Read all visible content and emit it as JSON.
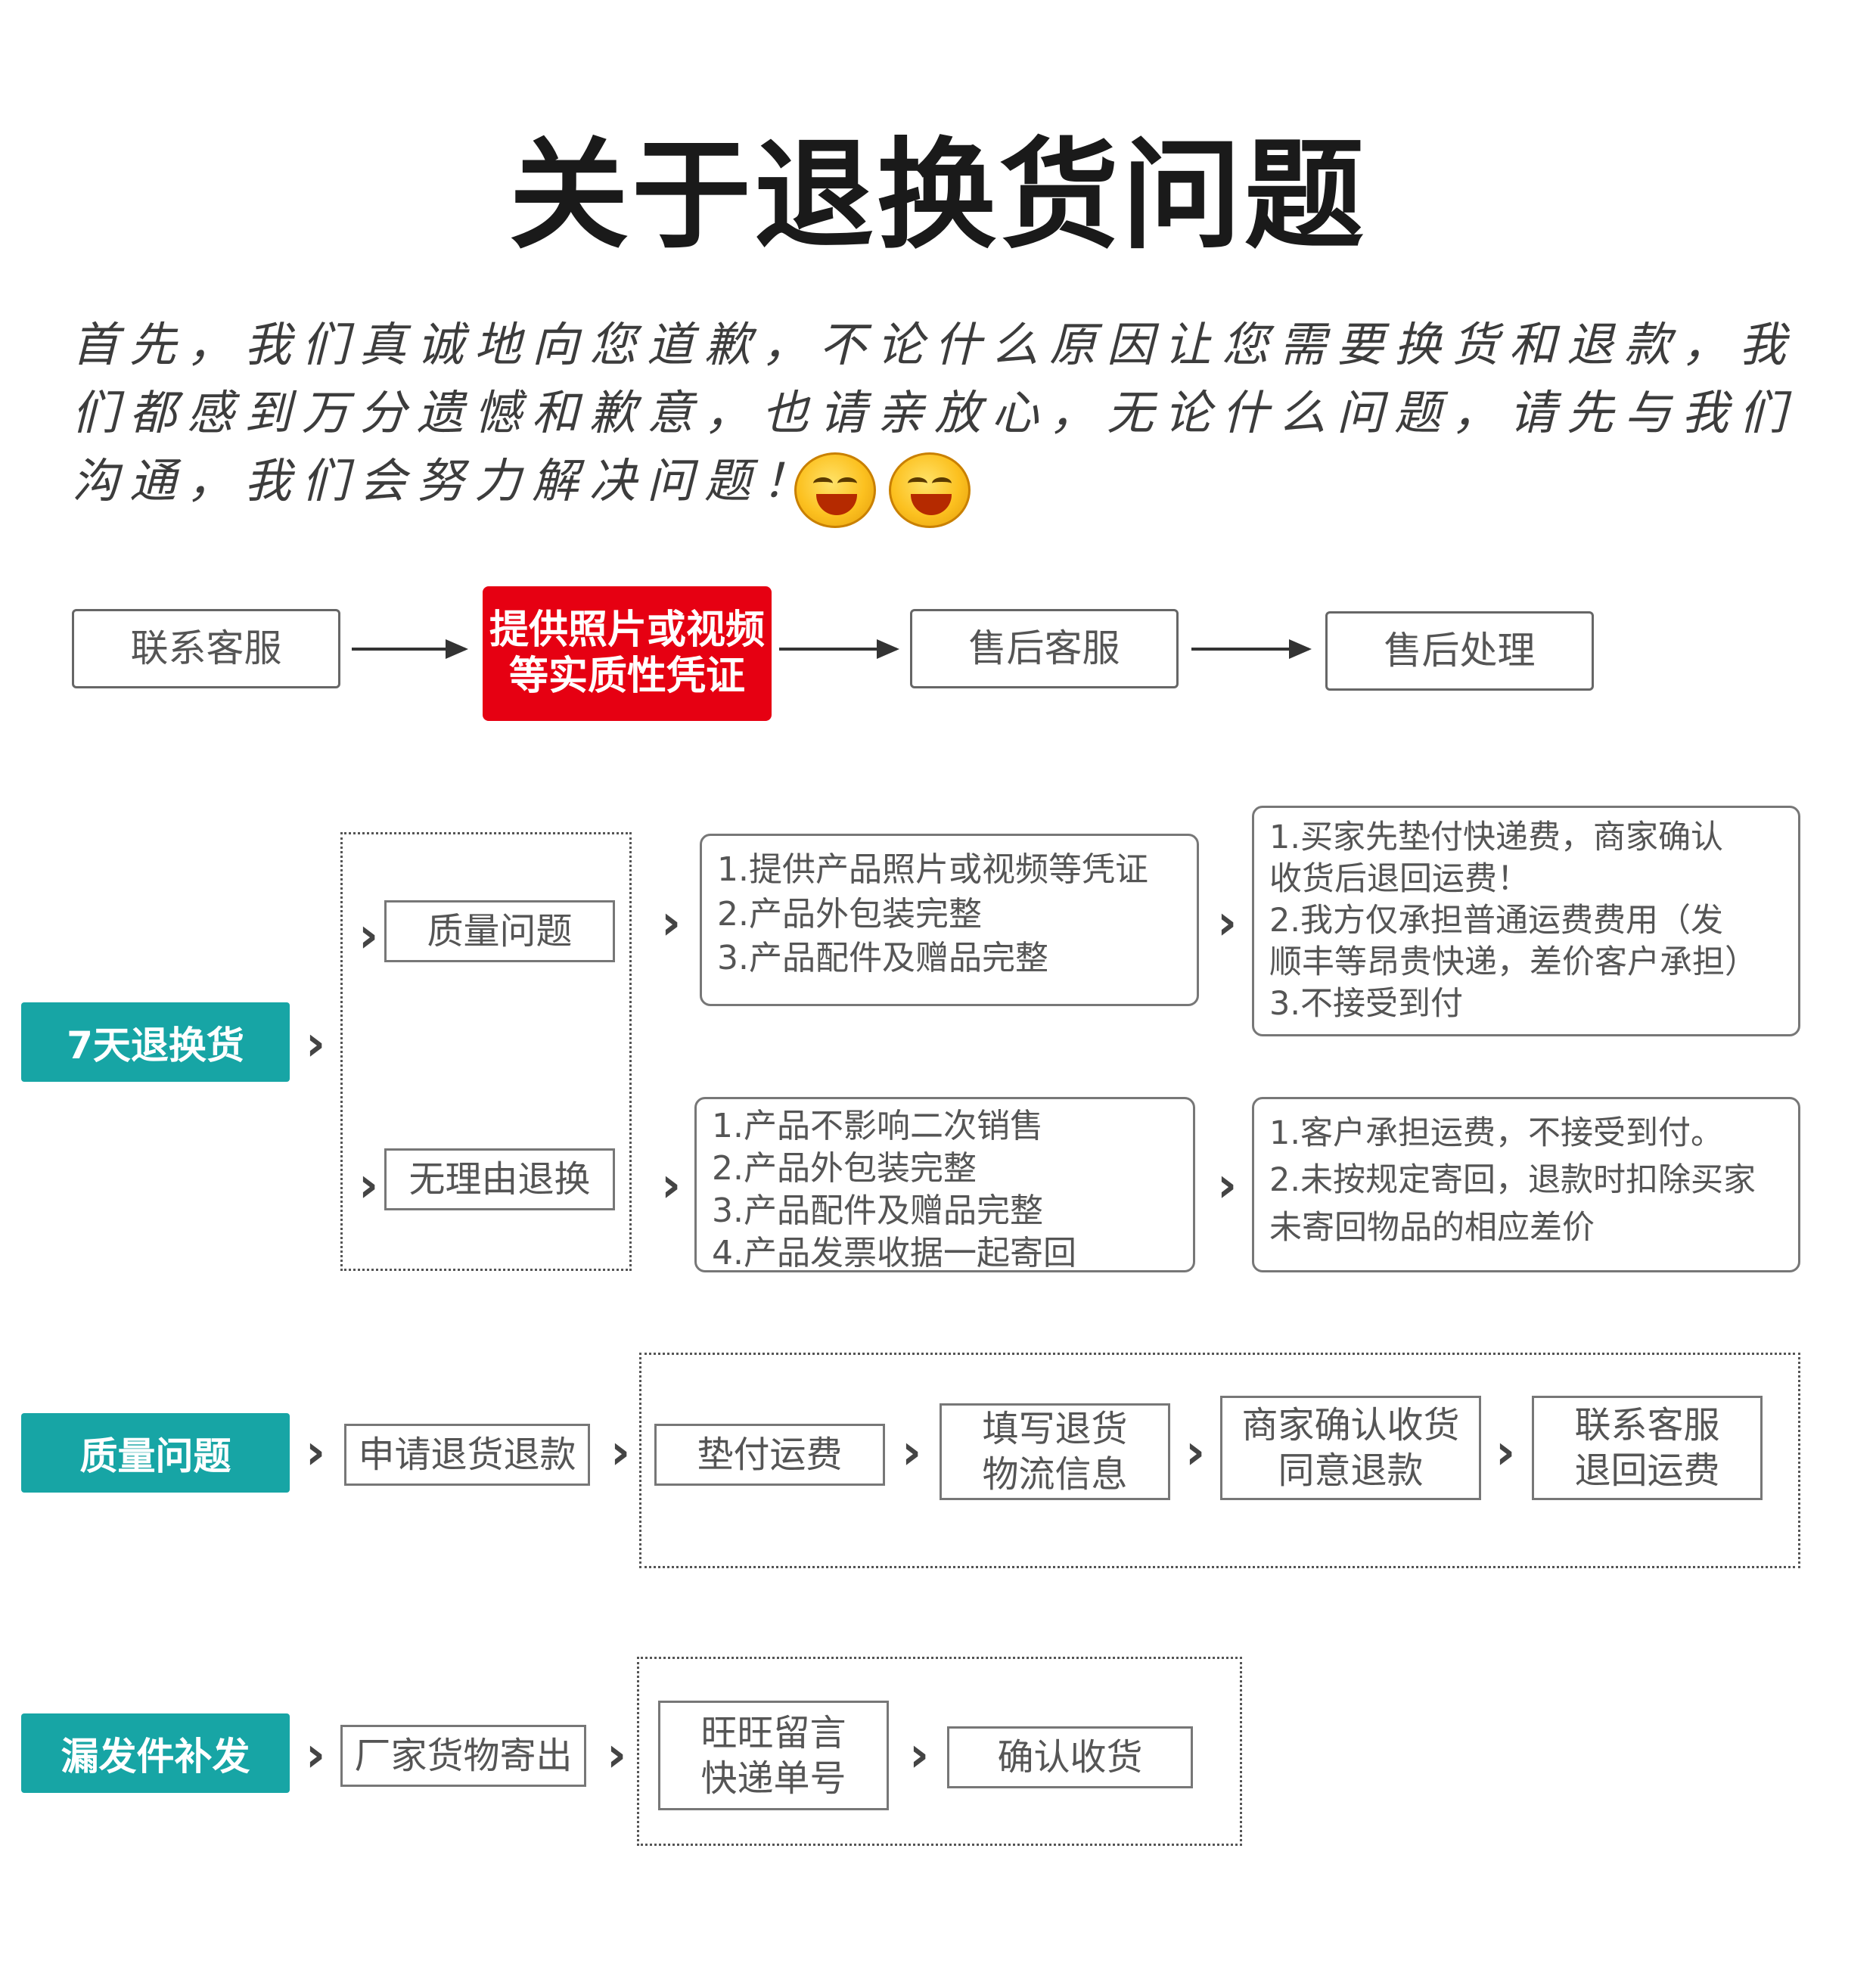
{
  "title": "关于退换货问题",
  "intro": {
    "line1": "首先，我们真诚地向您道歉，不论什么原因让您需要换货和退款，我",
    "line2": "们都感到万分遗憾和歉意，也请亲放心，无论什么问题，请先与我们",
    "line3": "沟通，我们会努力解决问题！",
    "emoji_icon": "grinning-face-emoji"
  },
  "flow": {
    "step1": "联系客服",
    "step2": "提供照片或视频\n等实质性凭证",
    "step3": "售后客服",
    "step4": "售后处理",
    "highlight_color": "#e60012"
  },
  "seven_day": {
    "label": "7天退换货",
    "quality": {
      "label": "质量问题",
      "requirements": [
        "1.提供产品照片或视频等凭证",
        "2.产品外包装完整",
        "3.产品配件及赠品完整"
      ],
      "policy": [
        "1.买家先垫付快递费，商家确认",
        "收货后退回运费！",
        "2.我方仅承担普通运费费用（发",
        "顺丰等昂贵快递，差价客户承担）",
        "3.不接受到付"
      ]
    },
    "no_reason": {
      "label": "无理由退换",
      "requirements": [
        "1.产品不影响二次销售",
        "2.产品外包装完整",
        "3.产品配件及赠品完整",
        "4.产品发票收据一起寄回"
      ],
      "policy": [
        "1.客户承担运费，不接受到付。",
        "2.未按规定寄回，退款时扣除买家",
        "未寄回物品的相应差价"
      ]
    }
  },
  "quality_flow": {
    "label": "质量问题",
    "step1": "申请退货退款",
    "step2": "垫付运费",
    "step3": "填写退货\n物流信息",
    "step4": "商家确认收货\n同意退款",
    "step5": "联系客服\n退回运费"
  },
  "missing_flow": {
    "label": "漏发件补发",
    "step1": "厂家货物寄出",
    "step2": "旺旺留言\n快递单号",
    "step3": "确认收货"
  },
  "accent_color": "#17a5a5",
  "chevron": "›"
}
